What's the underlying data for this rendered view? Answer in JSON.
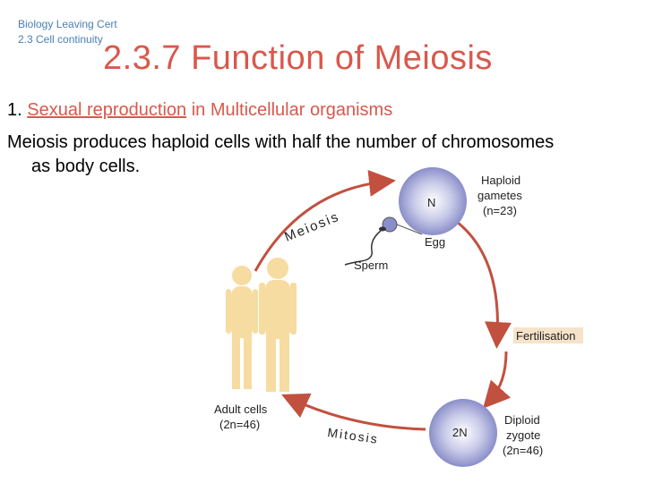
{
  "header": {
    "course_line1": "Biology Leaving Cert",
    "course_line2": "2.3 Cell continuity"
  },
  "title": "2.3.7 Function of Meiosis",
  "point": {
    "number": "1.",
    "link": "Sexual reproduction",
    "rest": " in Multicellular organisms"
  },
  "body": {
    "line1": "Meiosis produces haploid cells with half the number of chromosomes",
    "line2": "as body cells."
  },
  "diagram": {
    "meiosis_label": "Meiosis",
    "mitosis_label": "Mitosis",
    "haploid_n": "N",
    "haploid_text_1": "Haploid",
    "haploid_text_2": "gametes",
    "haploid_text_3": "(n=23)",
    "egg_label": "Egg",
    "sperm_label": "Sperm",
    "fertilisation_label": "Fertilisation",
    "diploid_n": "2N",
    "diploid_text_1": "Diploid",
    "diploid_text_2": "zygote",
    "diploid_text_3": "(2n=46)",
    "adult_text_1": "Adult cells",
    "adult_text_2": "(2n=46)",
    "arrow_color": "#c2503f",
    "cell_color": "#8a8ec9",
    "figure_color": "#f6dca0"
  }
}
